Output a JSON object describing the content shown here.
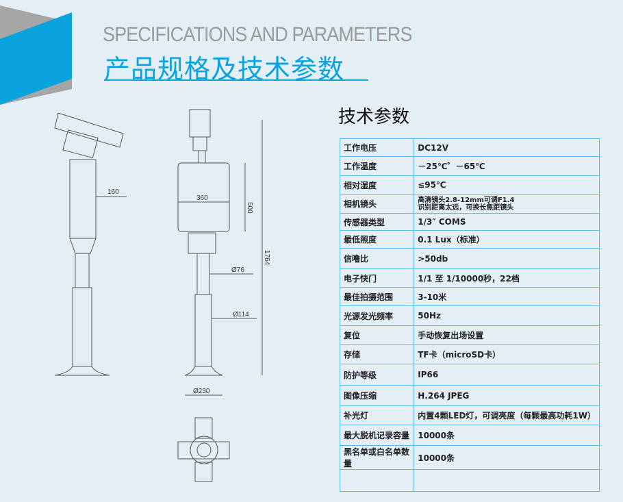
{
  "header": {
    "en_title": "SPECIFICATIONS AND PARAMETERS",
    "cn_title": "产品规格及技术参数"
  },
  "colors": {
    "accent": "#0aa3de",
    "banner_gray": "#a6a6a6",
    "background": "#e3eef5"
  },
  "drawing": {
    "dims": [
      "160",
      "360",
      "500",
      "1764",
      "Ø76",
      "Ø114",
      "Ø230"
    ]
  },
  "spec": {
    "heading": "技术参数",
    "rows": [
      {
        "k": "工作电压",
        "v": "DC12V"
      },
      {
        "k": "工作温度",
        "v": "－25℃゜－65℃"
      },
      {
        "k": "相对湿度",
        "v": "≤95℃"
      },
      {
        "k": "相机镜头",
        "v": "高清镜头2.8-12mm可调F1.4",
        "v2": "识别距离太远，可换长焦距镜头"
      },
      {
        "k": "传感器类型",
        "v": "1/3″ COMS"
      },
      {
        "k": "最低照度",
        "v": "0.1 Lux（标准）"
      },
      {
        "k": "信噜比",
        "v": ">50db"
      },
      {
        "k": "电子快门",
        "v": "1/1 至 1/10000秒，22档"
      },
      {
        "k": "最佳拍摄范围",
        "v": "3-10米"
      },
      {
        "k": "光源发光频率",
        "v": "50Hz"
      },
      {
        "k": "复位",
        "v": "手动恢复出场设置"
      },
      {
        "k": "存储",
        "v": "TF卡（microSD卡）"
      },
      {
        "k": "防护等级",
        "v": "IP66"
      },
      {
        "k": "图像压缩",
        "v": "H.264 JPEG"
      },
      {
        "k": "补光灯",
        "v": "内置4颗LED灯，可调亮度（每颗最高功耗1W）"
      },
      {
        "k": "最大脱机记录容量",
        "v": "10000条"
      },
      {
        "k": "黑名单或白名单数量",
        "v": "10000条"
      },
      {
        "k": "",
        "v": ""
      }
    ]
  }
}
